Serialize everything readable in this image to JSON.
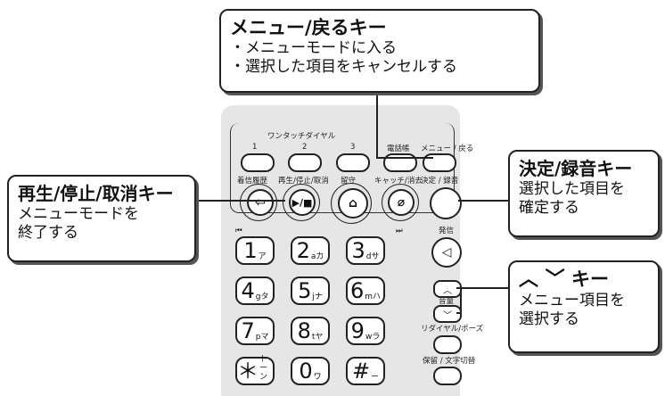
{
  "callouts": {
    "menu_back": {
      "title": "メニュー/戻るキー",
      "lines": [
        "・メニューモードに入る",
        "・選択した項目をキャンセルする"
      ]
    },
    "play_stop": {
      "title": "再生/停止/取消キー",
      "lines": [
        "メニューモードを",
        "終了する"
      ]
    },
    "enter_record": {
      "title": "決定/録音キー",
      "lines": [
        "選択した項目を",
        "確定する"
      ]
    },
    "up_down": {
      "title": "キー",
      "title_arrows": "︿ ﹀",
      "lines": [
        "メニュー項目を",
        "選択する"
      ]
    }
  },
  "phone": {
    "one_touch_label": "ワンタッチダイヤル",
    "one_touch_numbers": [
      "1",
      "2",
      "3"
    ],
    "phonebook_label": "電話帳",
    "menu_back_label": "メニュー / 戻る",
    "row2_labels": [
      "着信履歴",
      "再生/停止/取消",
      "留守",
      "キャッチ/消去",
      "決定 / 録音"
    ],
    "rewind_label": "⏮",
    "forward_label": "⏭",
    "dial_label": "発信",
    "volume_label": "音量",
    "redial_label": "リダイヤル/ポーズ",
    "hold_label": "保留 / 文字切替",
    "keys": [
      {
        "main": "1",
        "sub": "ア"
      },
      {
        "main": "2",
        "sub": "aカ"
      },
      {
        "main": "3",
        "sub": "dサ"
      },
      {
        "main": "4",
        "sub": "gタ"
      },
      {
        "main": "5",
        "sub": "jナ"
      },
      {
        "main": "6",
        "sub": "mハ"
      },
      {
        "main": "7",
        "sub": "pマ"
      },
      {
        "main": "8",
        "sub": "tヤ"
      },
      {
        "main": "9",
        "sub": "wラ"
      },
      {
        "main": "＊",
        "sub": "トーン"
      },
      {
        "main": "0",
        "sub": "ワ"
      },
      {
        "main": "#",
        "sub": "ー"
      }
    ]
  }
}
